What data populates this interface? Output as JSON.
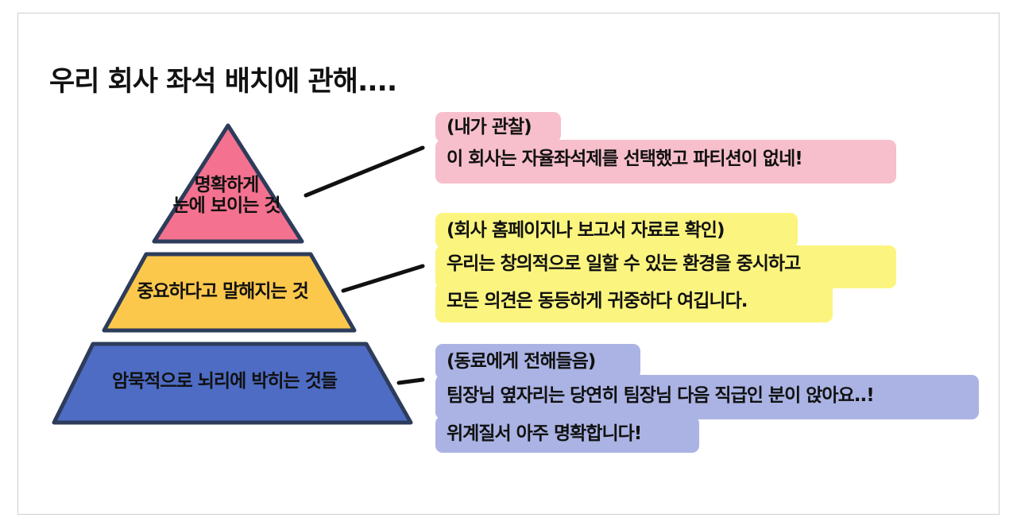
{
  "title": "우리 회사 좌석 배치에 관해....",
  "colors": {
    "top_tier": "#f4728f",
    "middle_tier": "#fcc84c",
    "bottom_tier": "#4e6cc4",
    "outline": "#2d3c5a",
    "pink_note": "#f7bfcc",
    "yellow_note": "#fbf57f",
    "blue_note": "#aab3e3"
  },
  "pyramid": {
    "top": {
      "lines": [
        "명확하게",
        "눈에 보이는 것"
      ]
    },
    "middle": {
      "label": "중요하다고 말해지는 것"
    },
    "bottom": {
      "label": "암묵적으로 뇌리에 박히는 것들"
    }
  },
  "notes": {
    "top": {
      "heading": "(내가 관찰)",
      "body": [
        "이 회사는 자율좌석제를 선택했고 파티션이 없네!"
      ]
    },
    "middle": {
      "heading": "(회사 홈페이지나 보고서 자료로 확인)",
      "body": [
        "우리는 창의적으로 일할 수 있는 환경을 중시하고",
        "모든 의견은 동등하게 귀중하다 여깁니다."
      ]
    },
    "bottom": {
      "heading": "(동료에게 전해들음)",
      "body": [
        "팀장님 옆자리는 당연히 팀장님 다음 직급인 분이 앉아요..!",
        "위계질서 아주 명확합니다!"
      ]
    }
  }
}
